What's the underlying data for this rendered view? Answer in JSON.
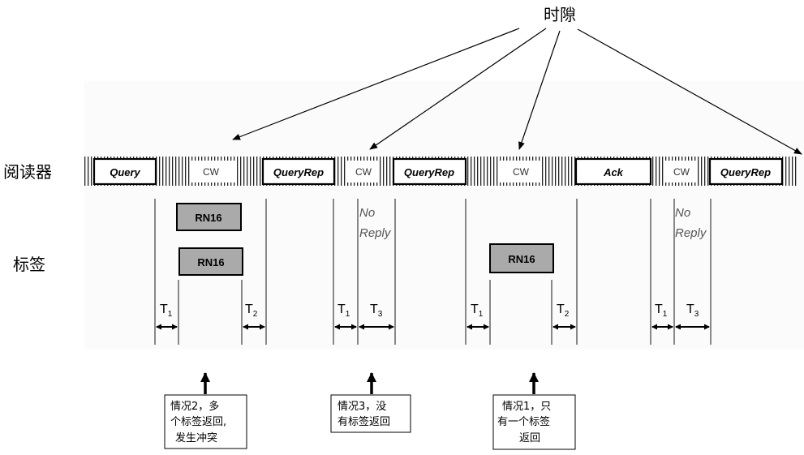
{
  "slot_label": "时隙",
  "lane_reader": "阅读器",
  "lane_tag": "标签",
  "commands": {
    "query": "Query",
    "cw": "CW",
    "queryrep": "QueryRep",
    "ack": "Ack"
  },
  "tag_replies": {
    "rn16": "RN16",
    "no": "No",
    "reply": "Reply"
  },
  "timing": {
    "t": "T",
    "sub1": "1",
    "sub2": "2",
    "sub3": "3"
  },
  "notes": {
    "case2": [
      "情况2，多",
      "个标签返回,",
      "发生冲突"
    ],
    "case3": [
      "情况3，没",
      "有标签返回"
    ],
    "case1": [
      "情况1，只",
      "有一个标签",
      "返回"
    ]
  }
}
